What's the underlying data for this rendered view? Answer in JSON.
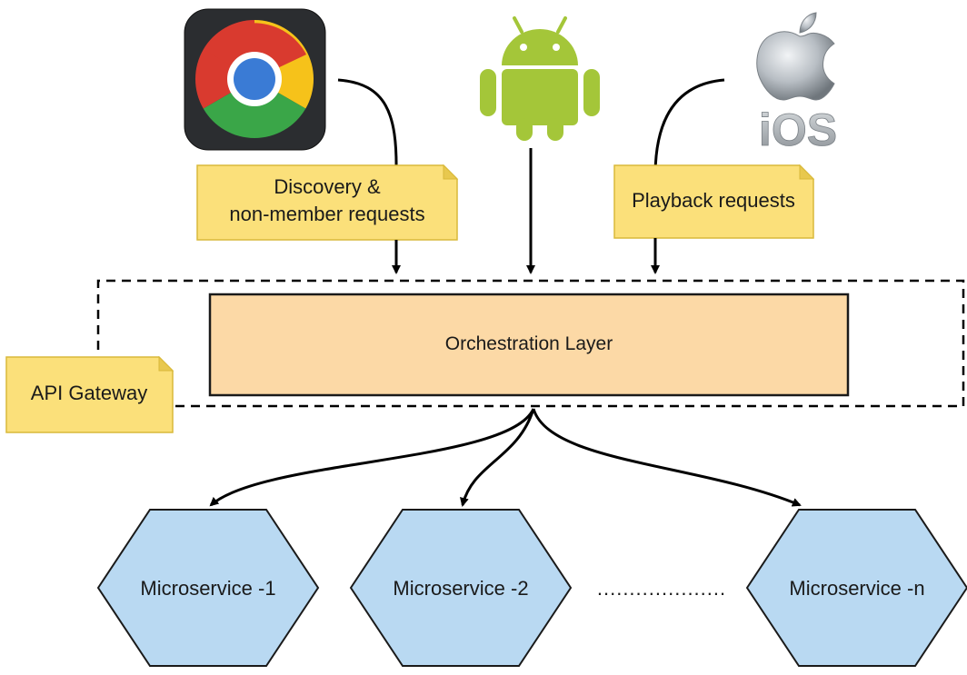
{
  "clients": {
    "chrome_icon": "chrome-logo",
    "android_icon": "android-robot",
    "ios_icon": "apple-logo",
    "ios_label": "iOS"
  },
  "notes": {
    "discovery_line1": "Discovery &",
    "discovery_line2": "non-member requests",
    "playback": "Playback requests",
    "gateway": "API Gateway"
  },
  "orchestration": {
    "label": "Orchestration Layer"
  },
  "services": [
    {
      "label": "Microservice -1"
    },
    {
      "label": "Microservice -2"
    },
    {
      "label": "Microservice -n"
    }
  ],
  "ellipsis": "....................",
  "colors": {
    "note_fill": "#fbe07a",
    "note_stroke": "#d9b93a",
    "layer_fill": "#fcd9a6",
    "layer_stroke": "#1a1a1a",
    "hex_fill": "#b9d9f2",
    "hex_stroke": "#1a1a1a",
    "android_green": "#a4c639",
    "arrow": "#000000"
  }
}
